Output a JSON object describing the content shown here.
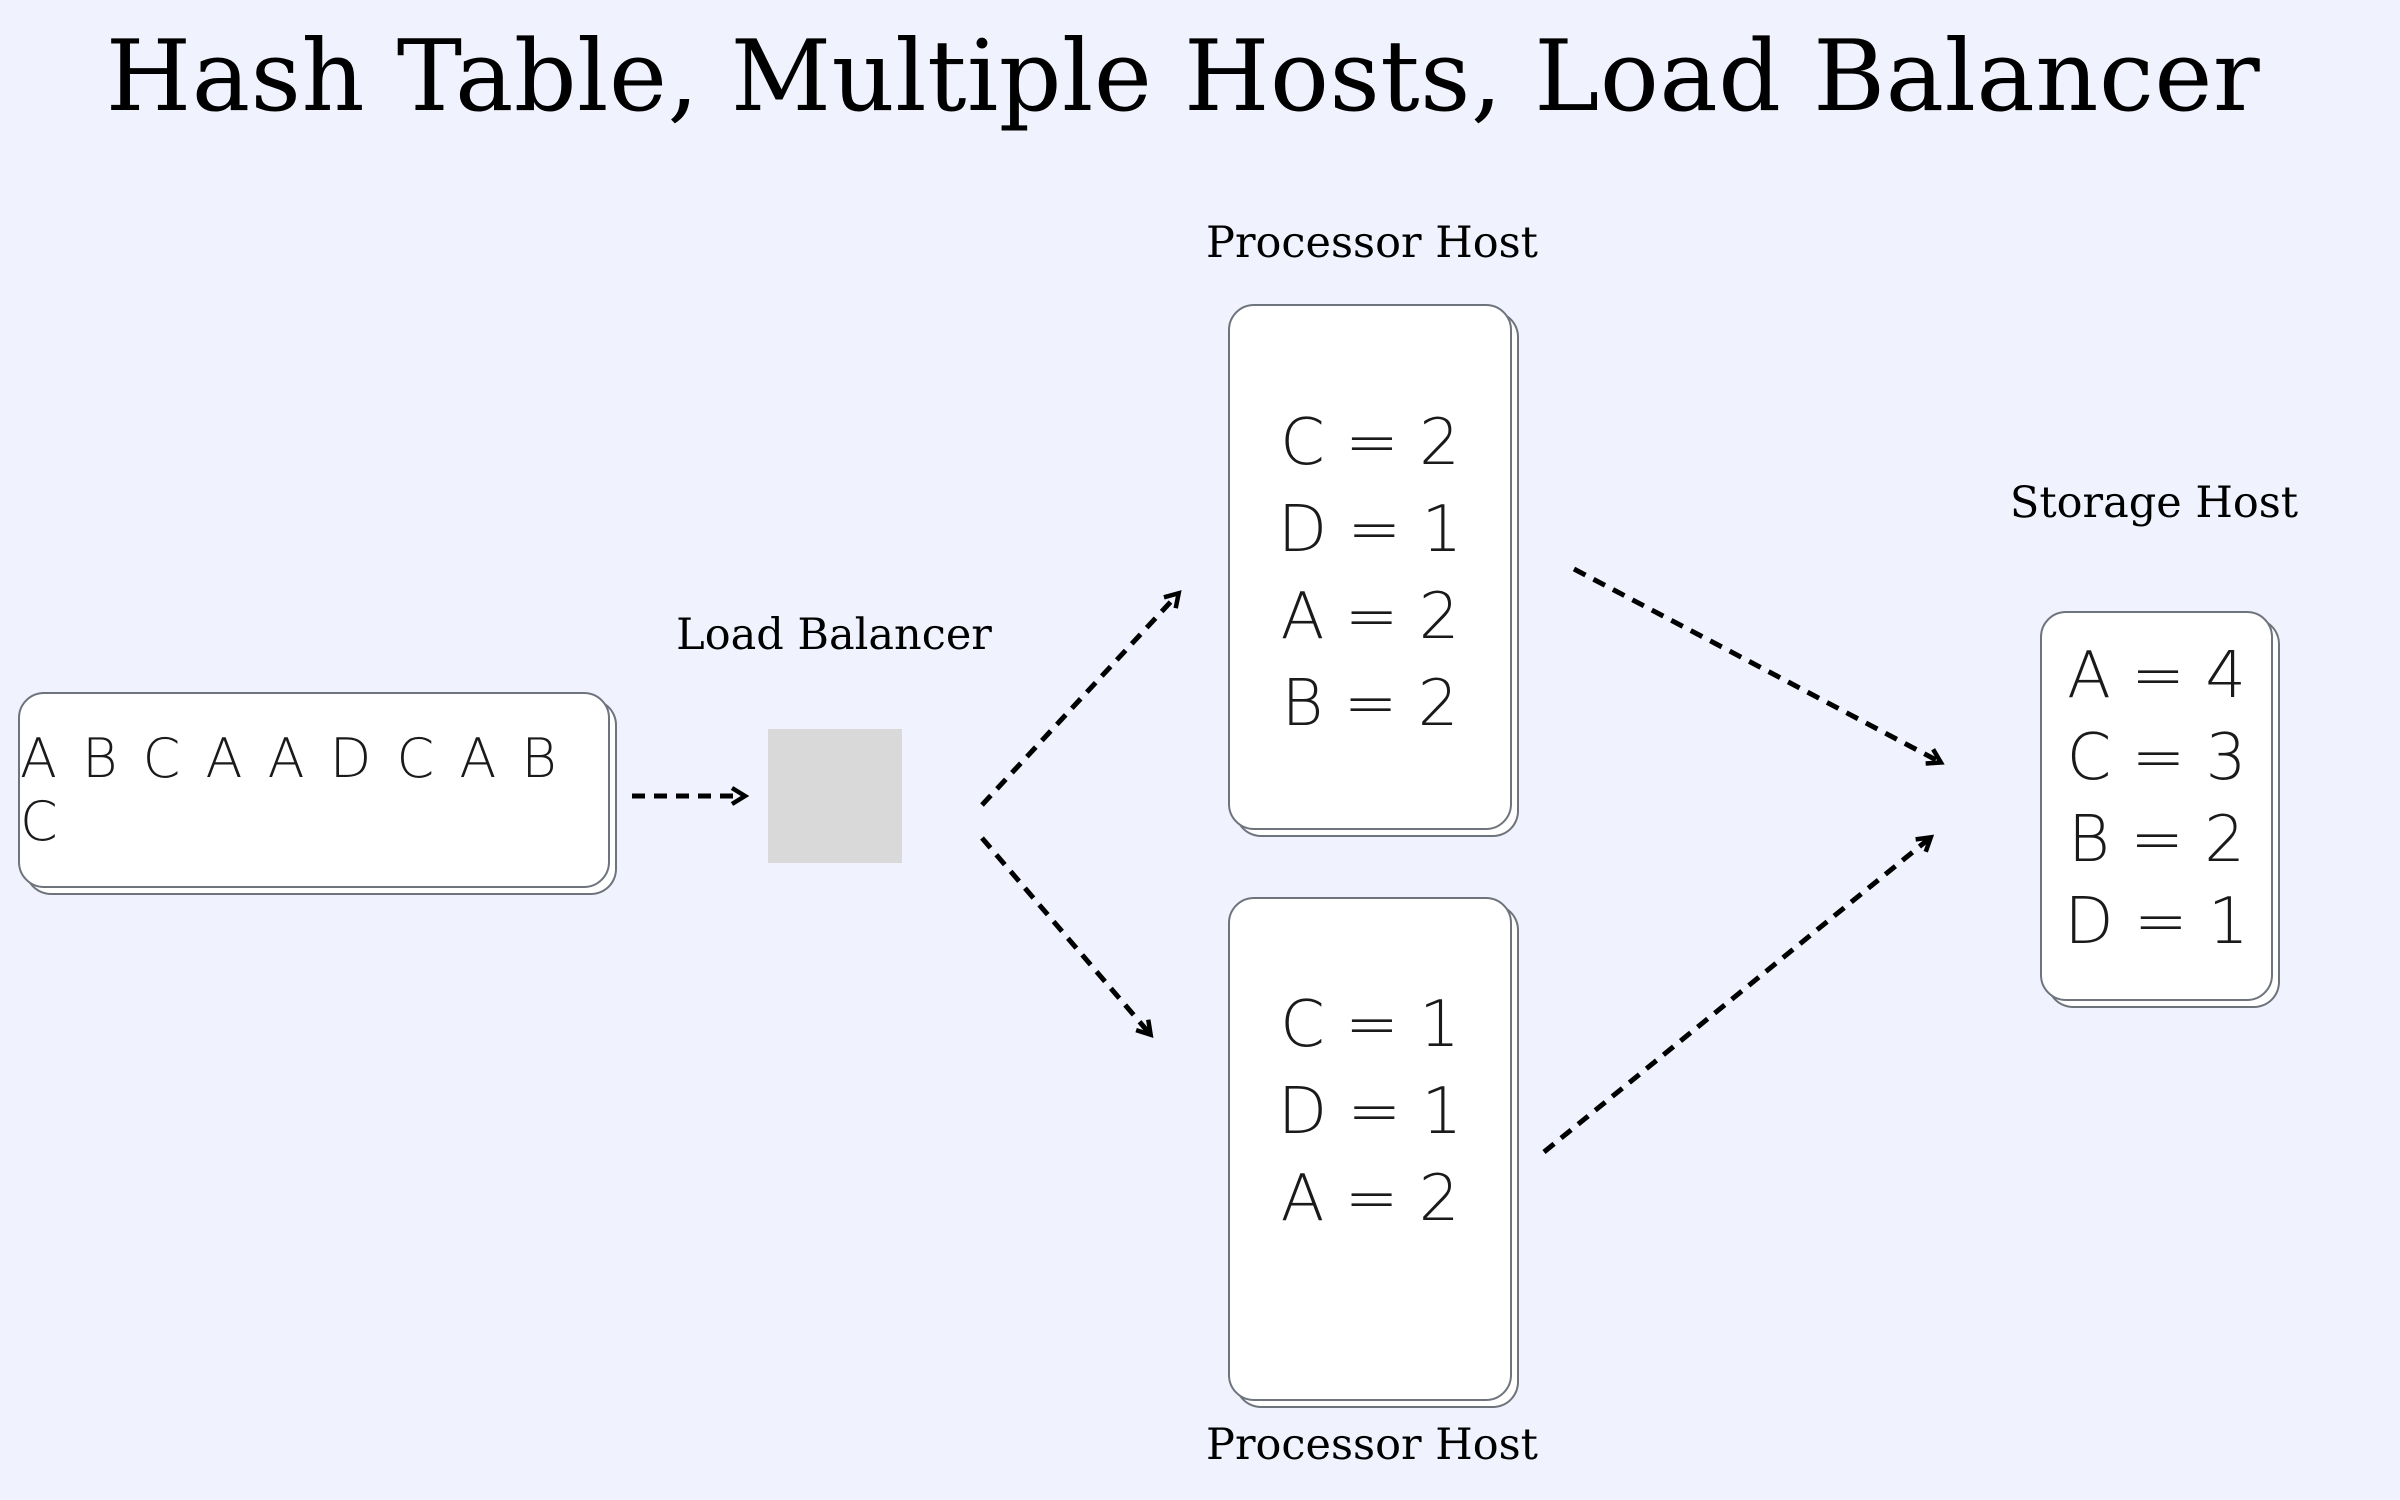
{
  "title": "Hash Table, Multiple Hosts, Load Balancer",
  "input": {
    "sequence": "A B C A A D C A B C"
  },
  "load_balancer": {
    "label": "Load Balancer"
  },
  "processor_hosts": [
    {
      "label": "Processor Host",
      "counts": [
        "C = 2",
        "D = 1",
        "A = 2",
        "B = 2"
      ]
    },
    {
      "label": "Processor Host",
      "counts": [
        "C = 1",
        "D = 1",
        "A = 2"
      ]
    }
  ],
  "storage_host": {
    "label": "Storage Host",
    "counts": [
      "A = 4",
      "C = 3",
      "B = 2",
      "D = 1"
    ]
  },
  "colors": {
    "background": "#f0f3fe",
    "card_border": "#6f747c",
    "load_balancer_fill": "#d9d9d9",
    "arrow": "#000000"
  }
}
